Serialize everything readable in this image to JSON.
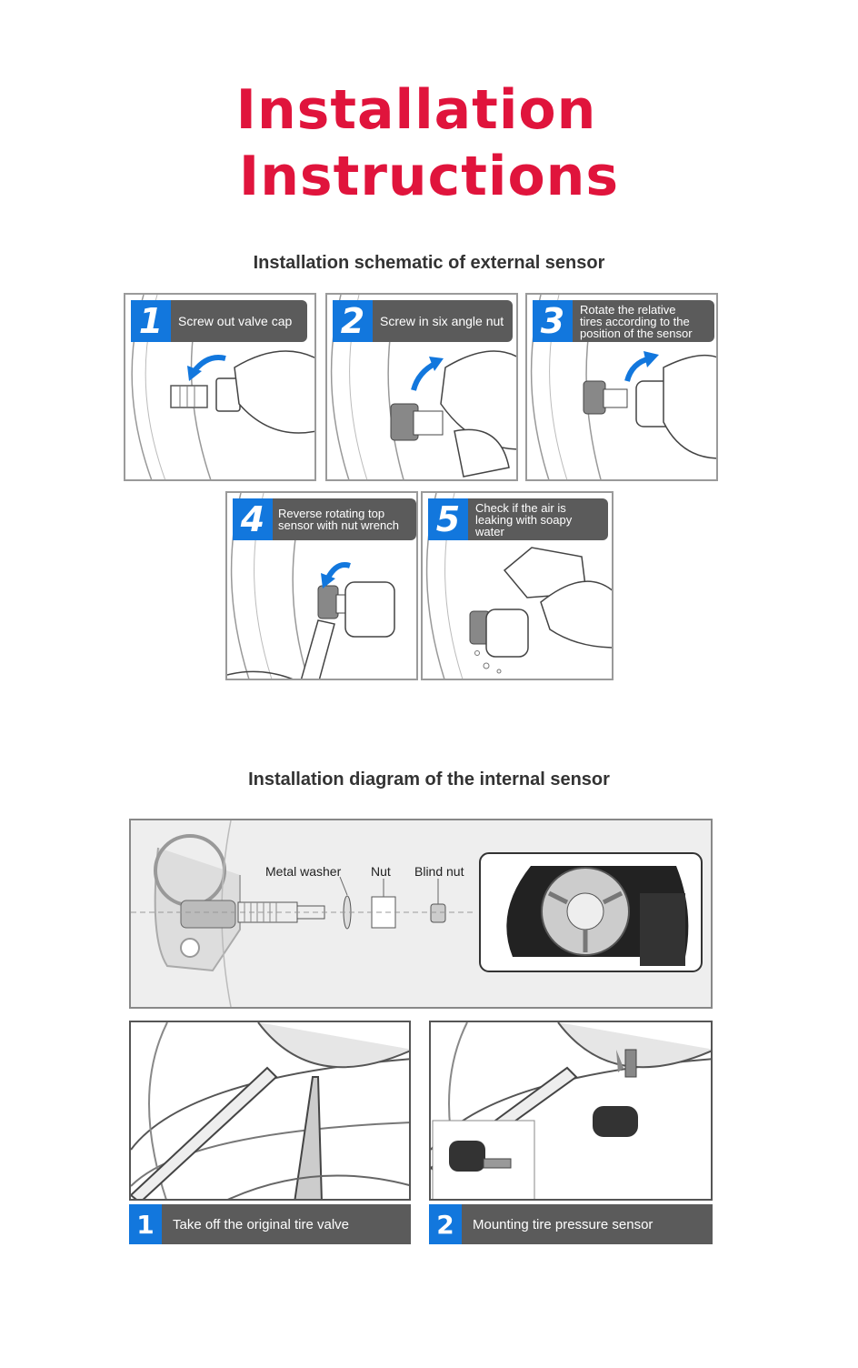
{
  "title": {
    "line1": "Installation",
    "line2": "Instructions"
  },
  "external": {
    "heading": "Installation schematic of external sensor",
    "steps": [
      {
        "num": "1",
        "text": "Screw out valve cap"
      },
      {
        "num": "2",
        "text": "Screw in six angle nut"
      },
      {
        "num": "3",
        "text": "Rotate the relative\ntires according to the\nposition of the sensor"
      },
      {
        "num": "4",
        "text": "Reverse rotating top\nsensor with nut wrench"
      },
      {
        "num": "5",
        "text": "Check if the air is\nleaking with soapy\nwater"
      }
    ]
  },
  "internal": {
    "heading": "Installation diagram of the internal sensor",
    "parts": {
      "washer": "Metal washer",
      "nut": "Nut",
      "blind_nut": "Blind nut"
    },
    "steps": [
      {
        "num": "1",
        "text": "Take off the original tire valve"
      },
      {
        "num": "2",
        "text": "Mounting tire pressure sensor"
      }
    ]
  },
  "colors": {
    "title": "#e0143c",
    "accent": "#1277dd",
    "caption_bg": "#5b5b5b"
  }
}
